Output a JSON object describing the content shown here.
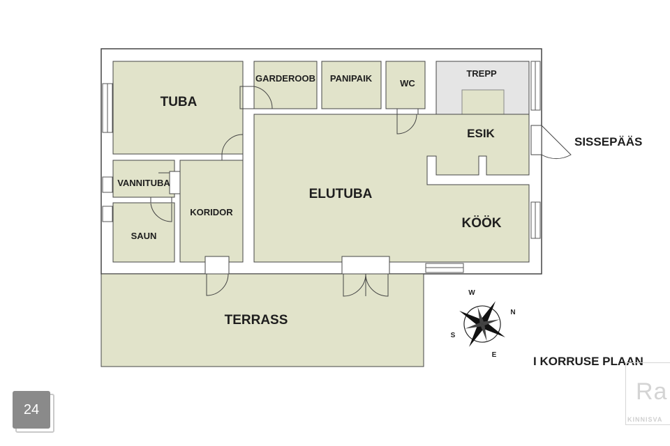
{
  "floor_title": "I KORRUSE PLAAN",
  "entrance_label": "SISSEPÄÄS",
  "page_number": "24",
  "watermark": {
    "text": "Ra",
    "subtext": "KINNISVA"
  },
  "colors": {
    "room_fill": "#e1e3ca",
    "stair_fill": "#e5e5e5",
    "wall": "#ffffff",
    "outline": "#444444",
    "badge": "#8a8a8a"
  },
  "rooms": {
    "tuba": "TUBA",
    "garderoob": "GARDEROOB",
    "panipaik": "PANIPAIK",
    "wc": "WC",
    "trepp": "TREPP",
    "esik": "ESIK",
    "vannituba": "VANNITUBA",
    "saun": "SAUN",
    "koridor": "KORIDOR",
    "elutuba": "ELUTUBA",
    "kook": "KÖÖK",
    "terrass": "TERRASS"
  },
  "compass": {
    "n": "N",
    "s": "S",
    "e": "E",
    "w": "W"
  }
}
